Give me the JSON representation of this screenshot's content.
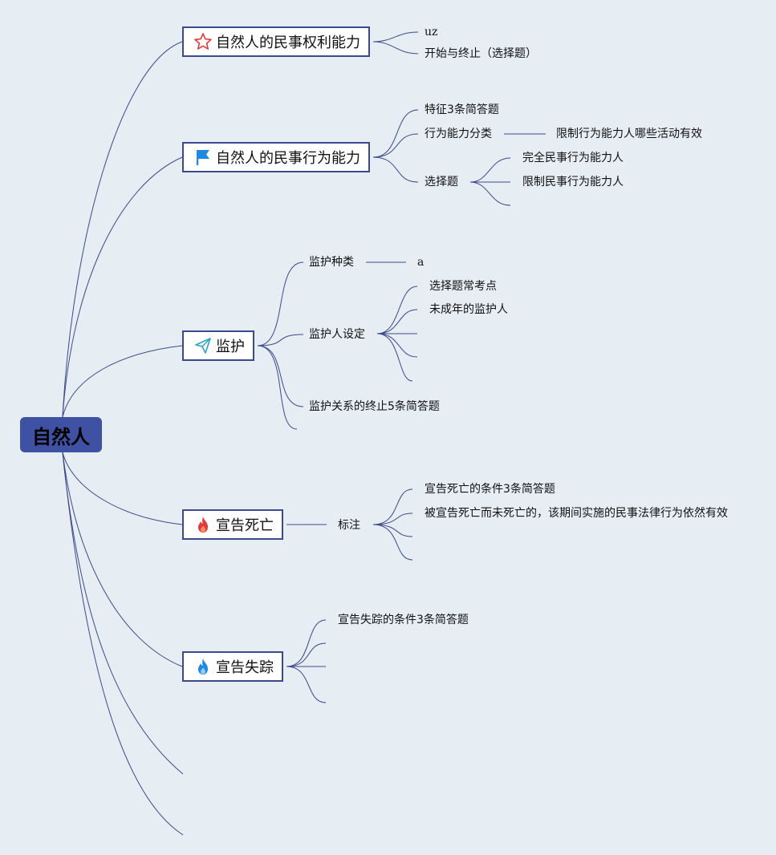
{
  "root": "自然人",
  "topics": {
    "t1": {
      "label": "自然人的民事权利能力",
      "icon": "star-icon",
      "children": [
        "uz",
        "开始与终止（选择题）"
      ]
    },
    "t2": {
      "label": "自然人的民事行为能力",
      "icon": "flag-icon",
      "children": [
        "特征3条简答题",
        "行为能力分类",
        "选择题"
      ],
      "grandchildren": {
        "class": [
          "限制行为能力人哪些活动有效"
        ],
        "choice": [
          "完全民事行为能力人",
          "限制民事行为能力人"
        ]
      }
    },
    "t3": {
      "label": "监护",
      "icon": "paper-plane-icon",
      "children": [
        "监护种类",
        "监护人设定",
        "监护关系的终止5条简答题"
      ],
      "grandchildren": {
        "types": [
          "a"
        ],
        "setup": [
          "选择题常考点",
          "未成年的监护人"
        ]
      }
    },
    "t4": {
      "label": "宣告死亡",
      "icon": "fire-red-icon",
      "children": [
        "标注"
      ],
      "grandchildren": {
        "mark": [
          "宣告死亡的条件3条简答题",
          "被宣告死亡而未死亡的，该期间实施的民事法律行为依然有效"
        ]
      }
    },
    "t5": {
      "label": "宣告失踪",
      "icon": "fire-blue-icon",
      "children": [
        "宣告失踪的条件3条简答题"
      ]
    }
  },
  "colors": {
    "line": "#3b4a8c",
    "root_bg": "#3f51a3",
    "background": "#e6edf3"
  }
}
